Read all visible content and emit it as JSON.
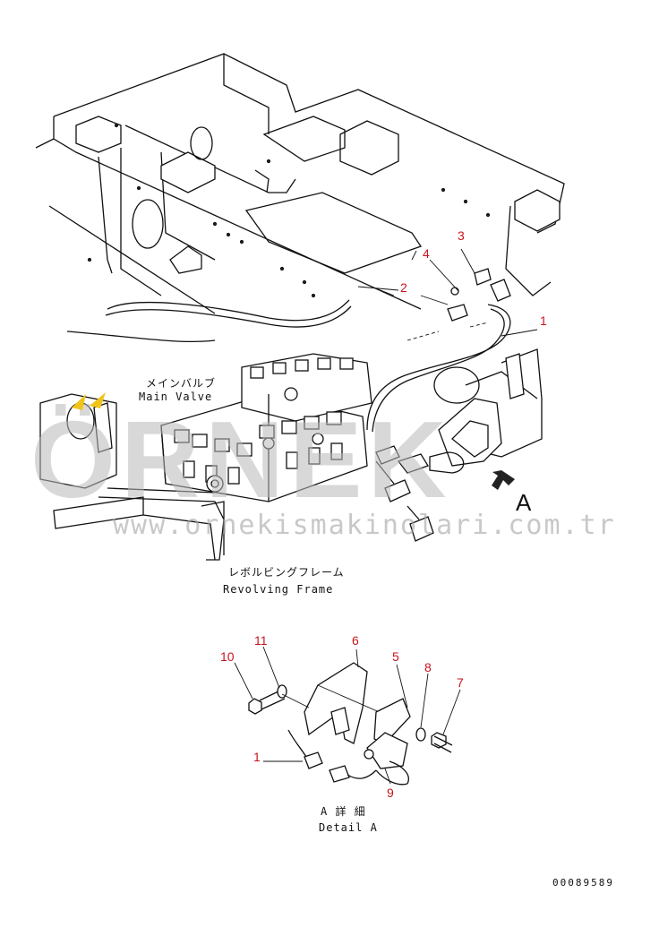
{
  "watermark": {
    "logo_text": "ÖRNEK",
    "url": "www.ornekismakinolari.com.tr",
    "accent_color": "#f0c419"
  },
  "labels": {
    "main_valve_jp": "メインバルブ",
    "main_valve_en": "Main Valve",
    "revolving_frame_jp": "レボルビングフレーム",
    "revolving_frame_en": "Revolving Frame",
    "view_letter": "A",
    "detail_jp": "A 詳 細",
    "detail_en": "Detail A"
  },
  "callouts": [
    "1",
    "2",
    "3",
    "4",
    "1",
    "5",
    "6",
    "7",
    "8",
    "9",
    "10",
    "11"
  ],
  "drawing_code": "00089589",
  "colors": {
    "callout": "#c8141e",
    "line": "#111111",
    "watermark": "#b9b9b9"
  }
}
